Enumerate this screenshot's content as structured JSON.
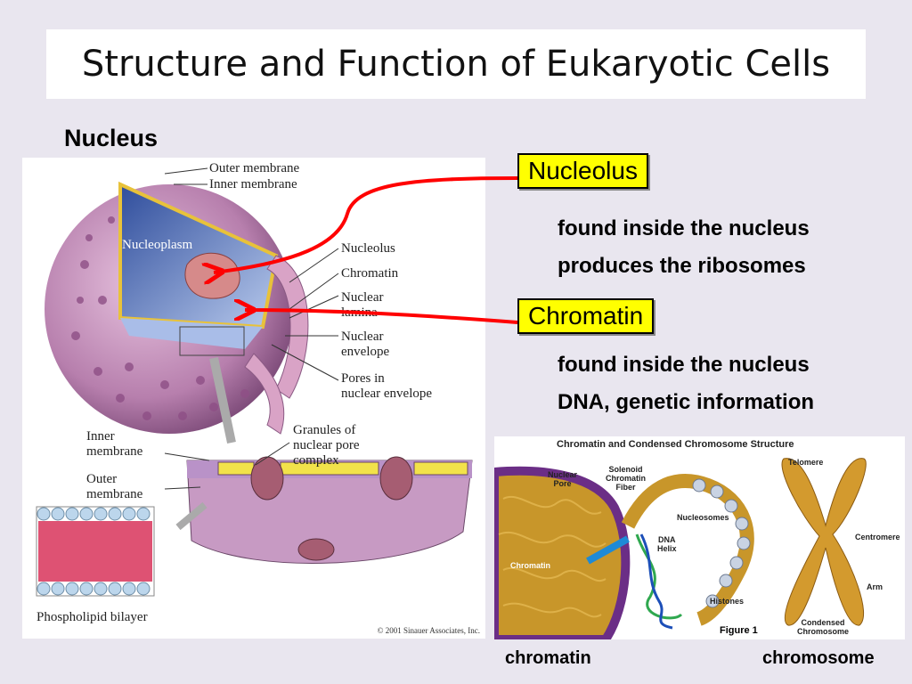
{
  "title": "Structure and Function of Eukaryotic Cells",
  "section_heading": "Nucleus",
  "left_diagram": {
    "labels": {
      "outer_membrane": "Outer membrane",
      "inner_membrane": "Inner membrane",
      "nucleoplasm": "Nucleoplasm",
      "nucleolus": "Nucleolus",
      "chromatin": "Chromatin",
      "nuclear_lamina": "Nuclear\nlamina",
      "nuclear_envelope": "Nuclear\nenvelope",
      "pores": "Pores in\nnuclear envelope",
      "granules": "Granules of\nnuclear pore\ncomplex",
      "inner_membrane_2": "Inner\nmembrane",
      "outer_membrane_2": "Outer\nmembrane",
      "phospholipid": "Phospholipid bilayer"
    },
    "copyright": "© 2001 Sinauer Associates, Inc."
  },
  "callouts": {
    "nucleolus": {
      "label": "Nucleolus",
      "line1": "found inside the nucleus",
      "line2": "produces the ribosomes"
    },
    "chromatin": {
      "label": "Chromatin",
      "line1": "found inside the nucleus",
      "line2": "DNA, genetic information"
    }
  },
  "right_diagram": {
    "title": "Chromatin and Condensed Chromosome Structure",
    "labels": {
      "nuclear_pore": "Nuclear\nPore",
      "solenoid": "Solenoid\nChromatin\nFiber",
      "telomere": "Telomere",
      "nucleosomes": "Nucleosomes",
      "dna_helix": "DNA\nHelix",
      "centromere": "Centromere",
      "chromatin": "Chromatin",
      "histones": "Histones",
      "arm": "Arm",
      "condensed": "Condensed\nChromosome"
    },
    "figure": "Figure 1"
  },
  "captions": {
    "chromatin": "chromatin",
    "chromosome": "chromosome"
  },
  "colors": {
    "background": "#e9e6ef",
    "callout_fill": "#ffff00",
    "arrow": "#ff0000"
  }
}
